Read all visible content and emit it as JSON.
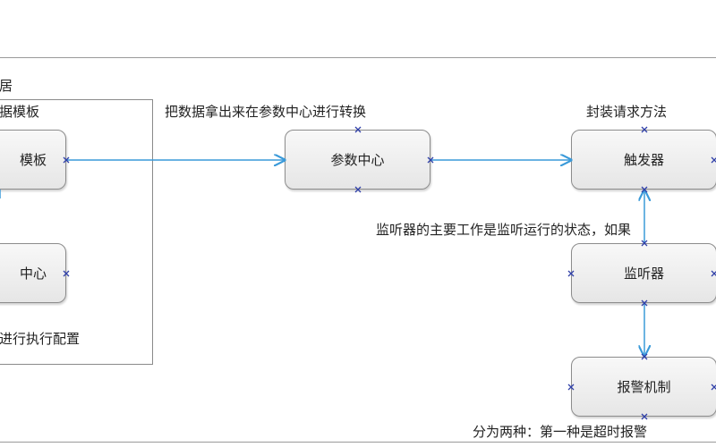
{
  "container": {
    "title": "居",
    "subtitle": "据模板",
    "footer": "进行执行配置"
  },
  "nodes": {
    "template": "模板",
    "center_left": "中心",
    "param_center": "参数中心",
    "trigger": "触发器",
    "listener": "监听器",
    "alarm": "报警机制"
  },
  "labels": {
    "convert": "把数据拿出来在参数中心进行转换",
    "request": "封装请求方法",
    "listener_desc": "监听器的主要工作是监听运行的状态，如果",
    "alarm_desc": "分为两种：第一种是超时报警"
  },
  "colors": {
    "connector": "#3a9ad9",
    "port": "#2f3fa8",
    "border": "#8c8c8c"
  }
}
